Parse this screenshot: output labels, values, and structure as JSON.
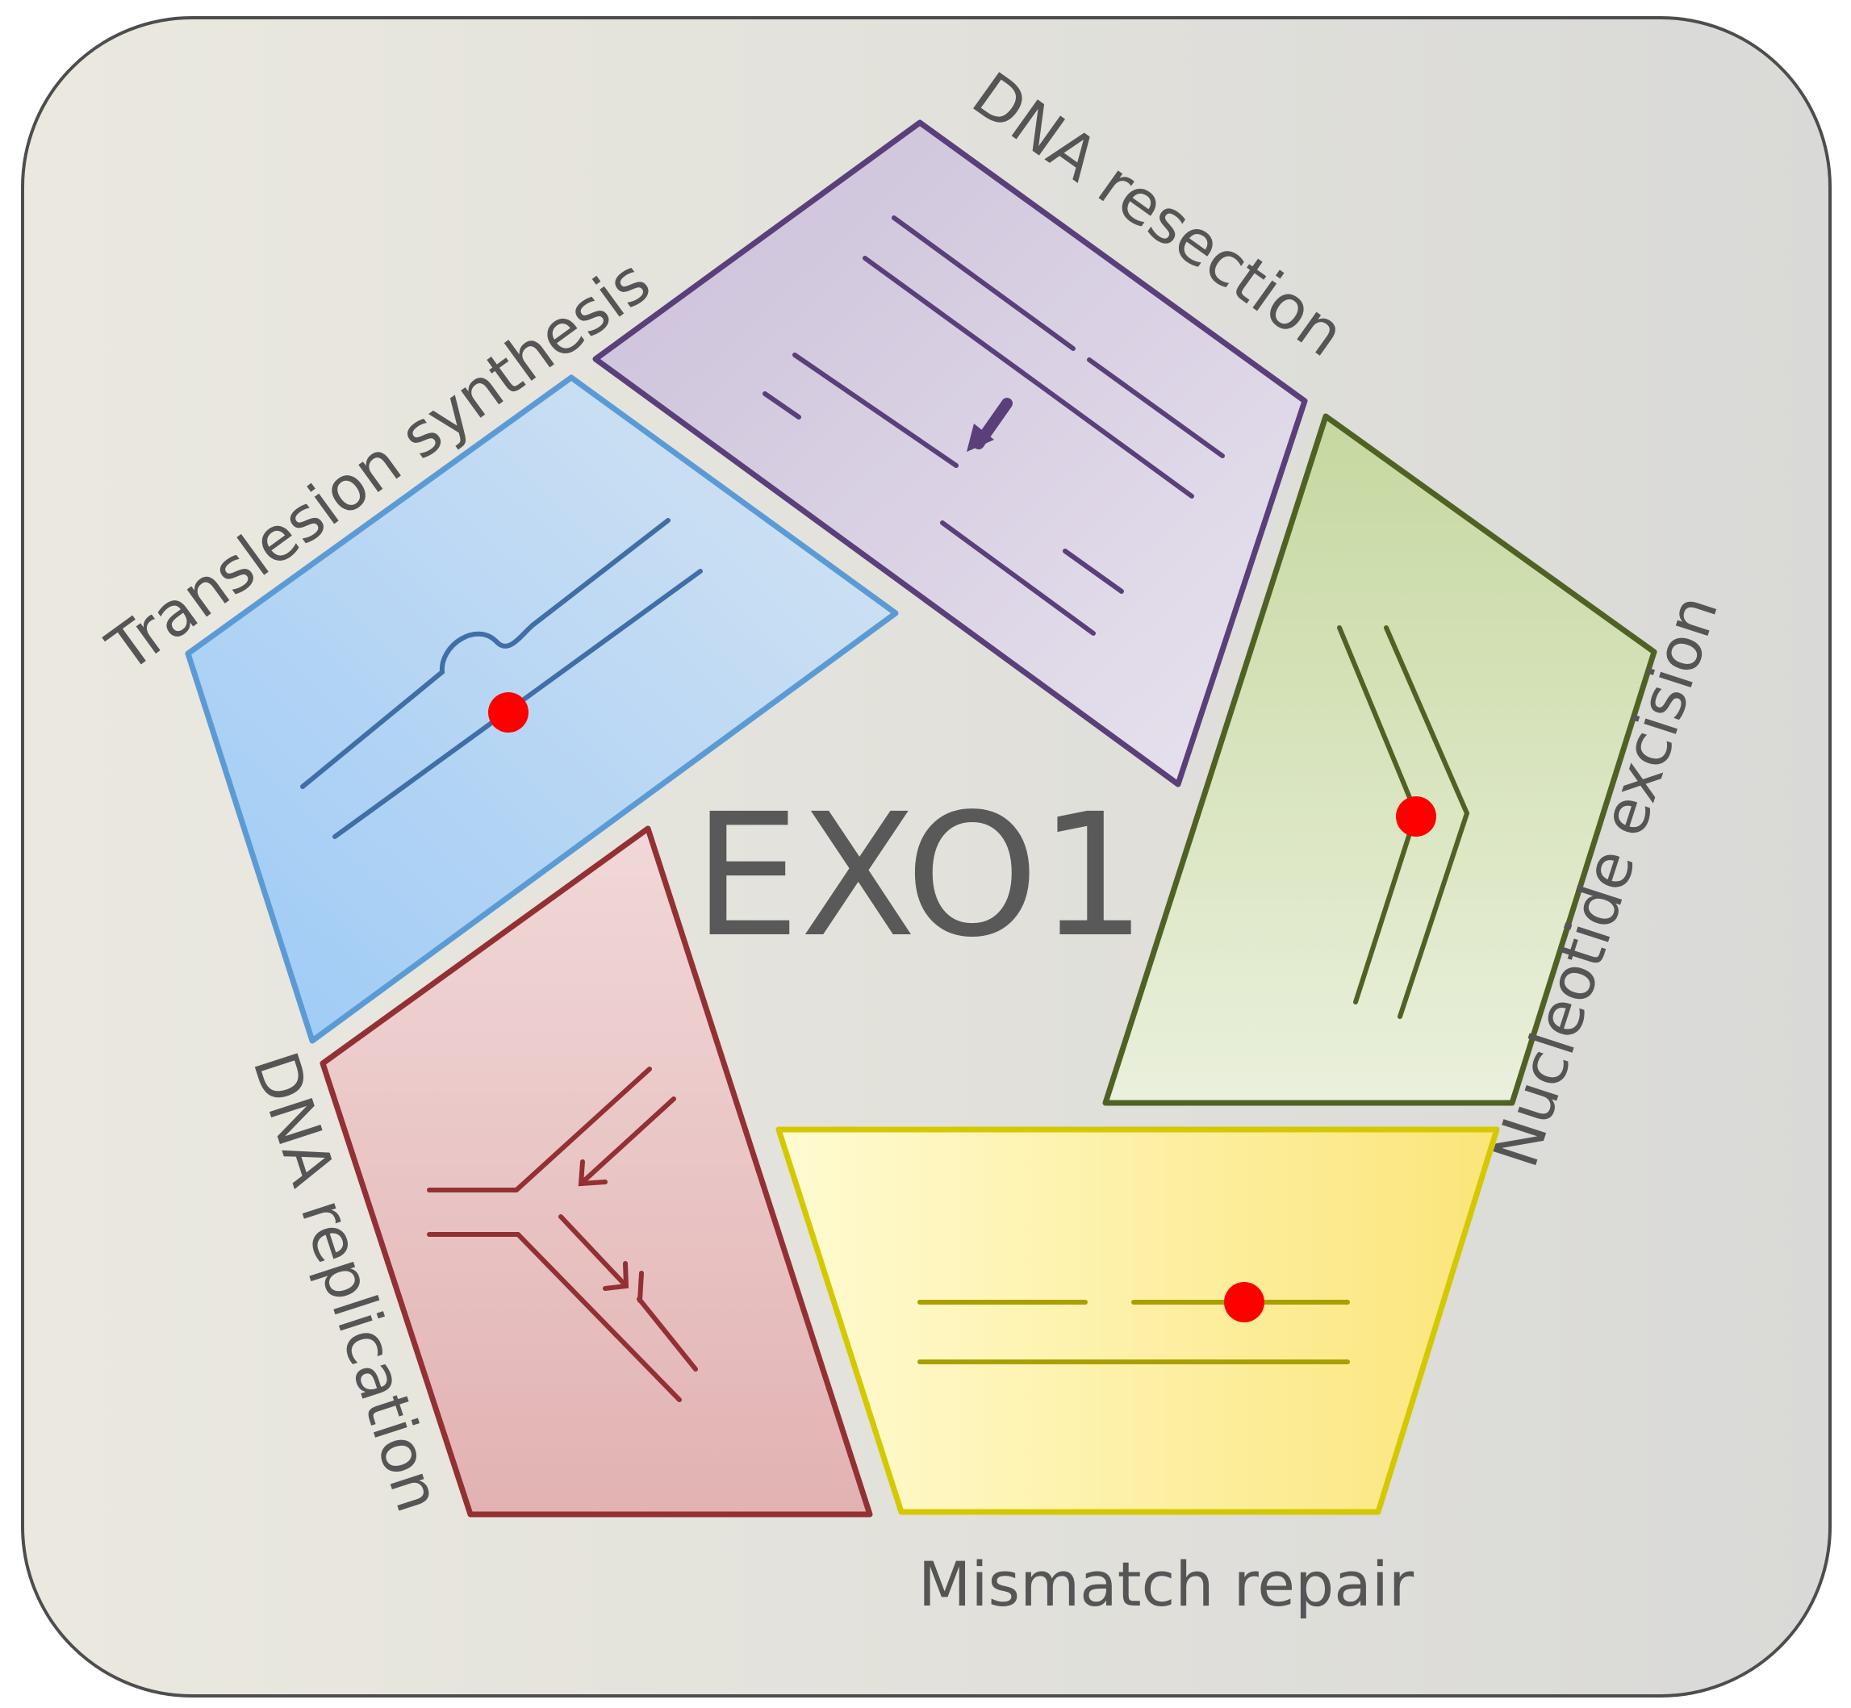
{
  "center_label": "EXO1",
  "pathways": [
    {
      "id": "dna-resection",
      "label": "DNA resection",
      "color": "#5a3f7a"
    },
    {
      "id": "nucleotide-excision",
      "label": "Nucleotide excision",
      "color": "#4f6224"
    },
    {
      "id": "mismatch-repair",
      "label": "Mismatch repair",
      "color": "#d4c800"
    },
    {
      "id": "dna-replication",
      "label": "DNA replication",
      "color": "#933034"
    },
    {
      "id": "translesion-synthesis",
      "label": "Translesion synthesis",
      "color": "#5b9bd5"
    }
  ],
  "lesion_color": "#ff0000",
  "background": {
    "left": "#ebe8e0",
    "right": "#d9d9d9",
    "border": "#4d4d4d"
  }
}
